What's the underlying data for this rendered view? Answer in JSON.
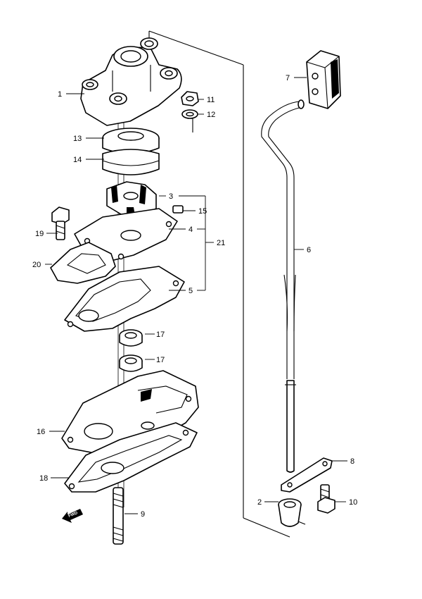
{
  "callouts": {
    "c1": "1",
    "c2": "2",
    "c3": "3",
    "c4": "4",
    "c5": "5",
    "c6": "6",
    "c7": "7",
    "c8": "8",
    "c9": "9",
    "c10": "10",
    "c11": "11",
    "c12": "12",
    "c13": "13",
    "c14": "14",
    "c15": "15",
    "c16": "16",
    "c17a": "17",
    "c17b": "17",
    "c18": "18",
    "c19": "19",
    "c20": "20",
    "c21": "21"
  },
  "direction_marker": "FWD"
}
